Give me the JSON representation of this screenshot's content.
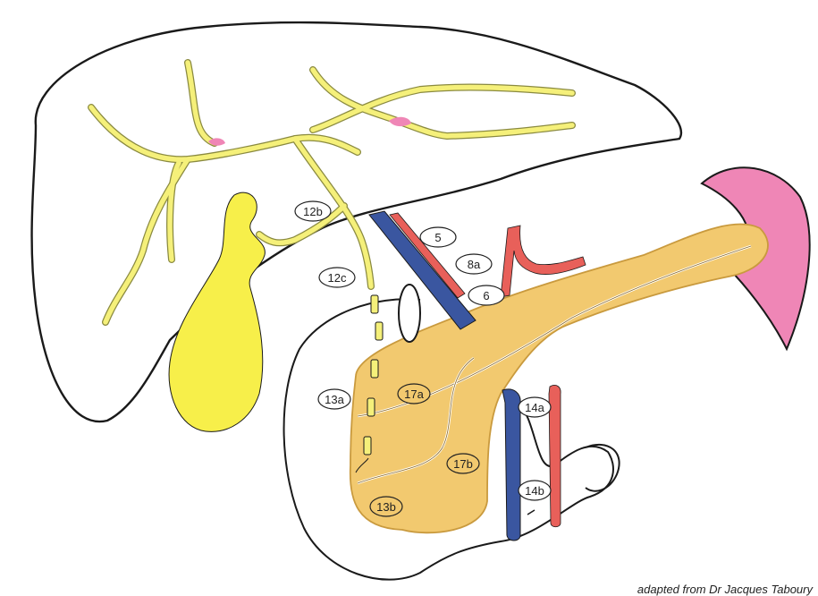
{
  "figure": {
    "node_labels": [
      "12b",
      "12c",
      "5",
      "8a",
      "6",
      "13a",
      "17a",
      "14a",
      "17b",
      "14b",
      "13b"
    ],
    "credit": "adapted from Dr Jacques Taboury",
    "colors": {
      "biliary": "#f5f07a",
      "gallbladder": "#f7ef4a",
      "pancreas": "#f2c96f",
      "portal_vein": "#3a56a0",
      "artery": "#e8605a",
      "spleen": "#ef86b6",
      "outline": "#1a1a1a"
    }
  }
}
